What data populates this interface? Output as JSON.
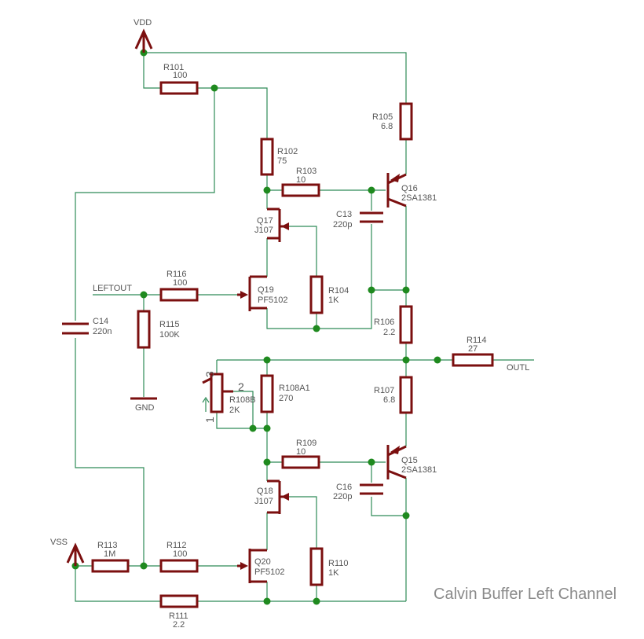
{
  "title": "Calvin Buffer Left Channel",
  "nets": {
    "vdd": "VDD",
    "vss": "VSS",
    "gnd": "GND",
    "leftout": "LEFTOUT",
    "outl": "OUTL"
  },
  "components": {
    "R101": {
      "ref": "R101",
      "value": "100"
    },
    "R102": {
      "ref": "R102",
      "value": "75"
    },
    "R103": {
      "ref": "R103",
      "value": "10"
    },
    "R104": {
      "ref": "R104",
      "value": "1K"
    },
    "R105": {
      "ref": "R105",
      "value": "6.8"
    },
    "R106": {
      "ref": "R106",
      "value": "2.2"
    },
    "R107": {
      "ref": "R107",
      "value": "6.8"
    },
    "R108A1": {
      "ref": "R108A1",
      "value": "270"
    },
    "R108B": {
      "ref": "R108B",
      "value": "2K"
    },
    "R109": {
      "ref": "R109",
      "value": "10"
    },
    "R110": {
      "ref": "R110",
      "value": "1K"
    },
    "R111": {
      "ref": "R111",
      "value": "2.2"
    },
    "R112": {
      "ref": "R112",
      "value": "100"
    },
    "R113": {
      "ref": "R113",
      "value": "1M"
    },
    "R114": {
      "ref": "R114",
      "value": "27"
    },
    "R115": {
      "ref": "R115",
      "value": "100K"
    },
    "R116": {
      "ref": "R116",
      "value": "100"
    },
    "C13": {
      "ref": "C13",
      "value": "220p"
    },
    "C14": {
      "ref": "C14",
      "value": "220n"
    },
    "C16": {
      "ref": "C16",
      "value": "220p"
    },
    "Q15": {
      "ref": "Q15",
      "value": "2SA1381"
    },
    "Q16": {
      "ref": "Q16",
      "value": "2SA1381"
    },
    "Q17": {
      "ref": "Q17",
      "value": "J107"
    },
    "Q18": {
      "ref": "Q18",
      "value": "J107"
    },
    "Q19": {
      "ref": "Q19",
      "value": "PF5102"
    },
    "Q20": {
      "ref": "Q20",
      "value": "PF5102"
    }
  },
  "pot_pins": {
    "p1": "1",
    "p2": "2",
    "p3": "3"
  }
}
